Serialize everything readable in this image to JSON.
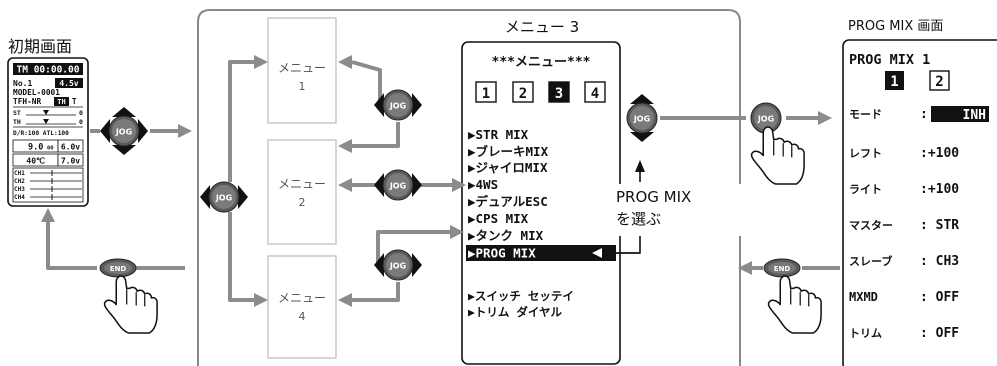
{
  "initial_screen": {
    "title": "初期画面",
    "timer": "TM 00:00.00",
    "model_no": "No.1",
    "voltage_badge": "4.5v",
    "model_name": "MODEL-0001",
    "type_line": "TFH-NR",
    "type_badge": "TH",
    "steer_label": "ST",
    "steer_value": "0",
    "throttle_label": "TH",
    "throttle_value": "0",
    "rate_line": "D/R:100 ATL:100",
    "rx_voltage": "9.0",
    "rx_voltage_unit": "00",
    "batt_voltage": "6.0v",
    "temperature": "40℃",
    "batt2_voltage": "7.0v",
    "channels": [
      "CH1",
      "CH2",
      "CH3",
      "CH4"
    ]
  },
  "menu_cards": [
    {
      "label": "メニュー",
      "number": "1"
    },
    {
      "label": "メニュー",
      "number": "2"
    },
    {
      "label": "メニュー",
      "number": "4"
    }
  ],
  "menu3": {
    "title": "メニュー 3",
    "header": "***メニュー***",
    "pages": [
      "1",
      "2",
      "3",
      "4"
    ],
    "active_page": "3",
    "items": [
      "▶STR  MIX",
      "▶ブレーキMIX",
      "▶ジャイロMIX",
      "▶4WS",
      "▶デュアルESC",
      "▶CPS  MIX",
      "▶タンク MIX",
      "▶PROG MIX"
    ],
    "selected_item": "▶PROG MIX",
    "extra_items": [
      "▶スイッチ セッテイ",
      "▶トリム ダイヤル"
    ]
  },
  "callout": {
    "line1": "PROG MIX",
    "line2": "を選ぶ"
  },
  "prog_mix_screen": {
    "title": "PROG MIX 画面",
    "header": "PROG MIX 1",
    "pages": [
      "1",
      "2"
    ],
    "active_page": "1",
    "rows": [
      {
        "label": "モード",
        "value": "INH"
      },
      {
        "label": "レフト",
        "value": ":+100"
      },
      {
        "label": "ライト",
        "value": ":+100"
      },
      {
        "label": "マスター",
        "value": ":  STR"
      },
      {
        "label": "スレーブ",
        "value": ":  CH3"
      },
      {
        "label": "MXMD",
        "value": ":  OFF"
      },
      {
        "label": "トリム",
        "value": ":  OFF"
      }
    ]
  },
  "controls": {
    "jog": "JOG",
    "end": "END"
  },
  "colors": {
    "arrow": "#8c8c8c",
    "frame": "#888888",
    "lcd_ink": "#111111",
    "card_border": "#c8c8c8"
  },
  "icons": [
    "jog-dial-icon",
    "end-button-icon",
    "pointing-hand-icon",
    "double-arrow-icon"
  ]
}
